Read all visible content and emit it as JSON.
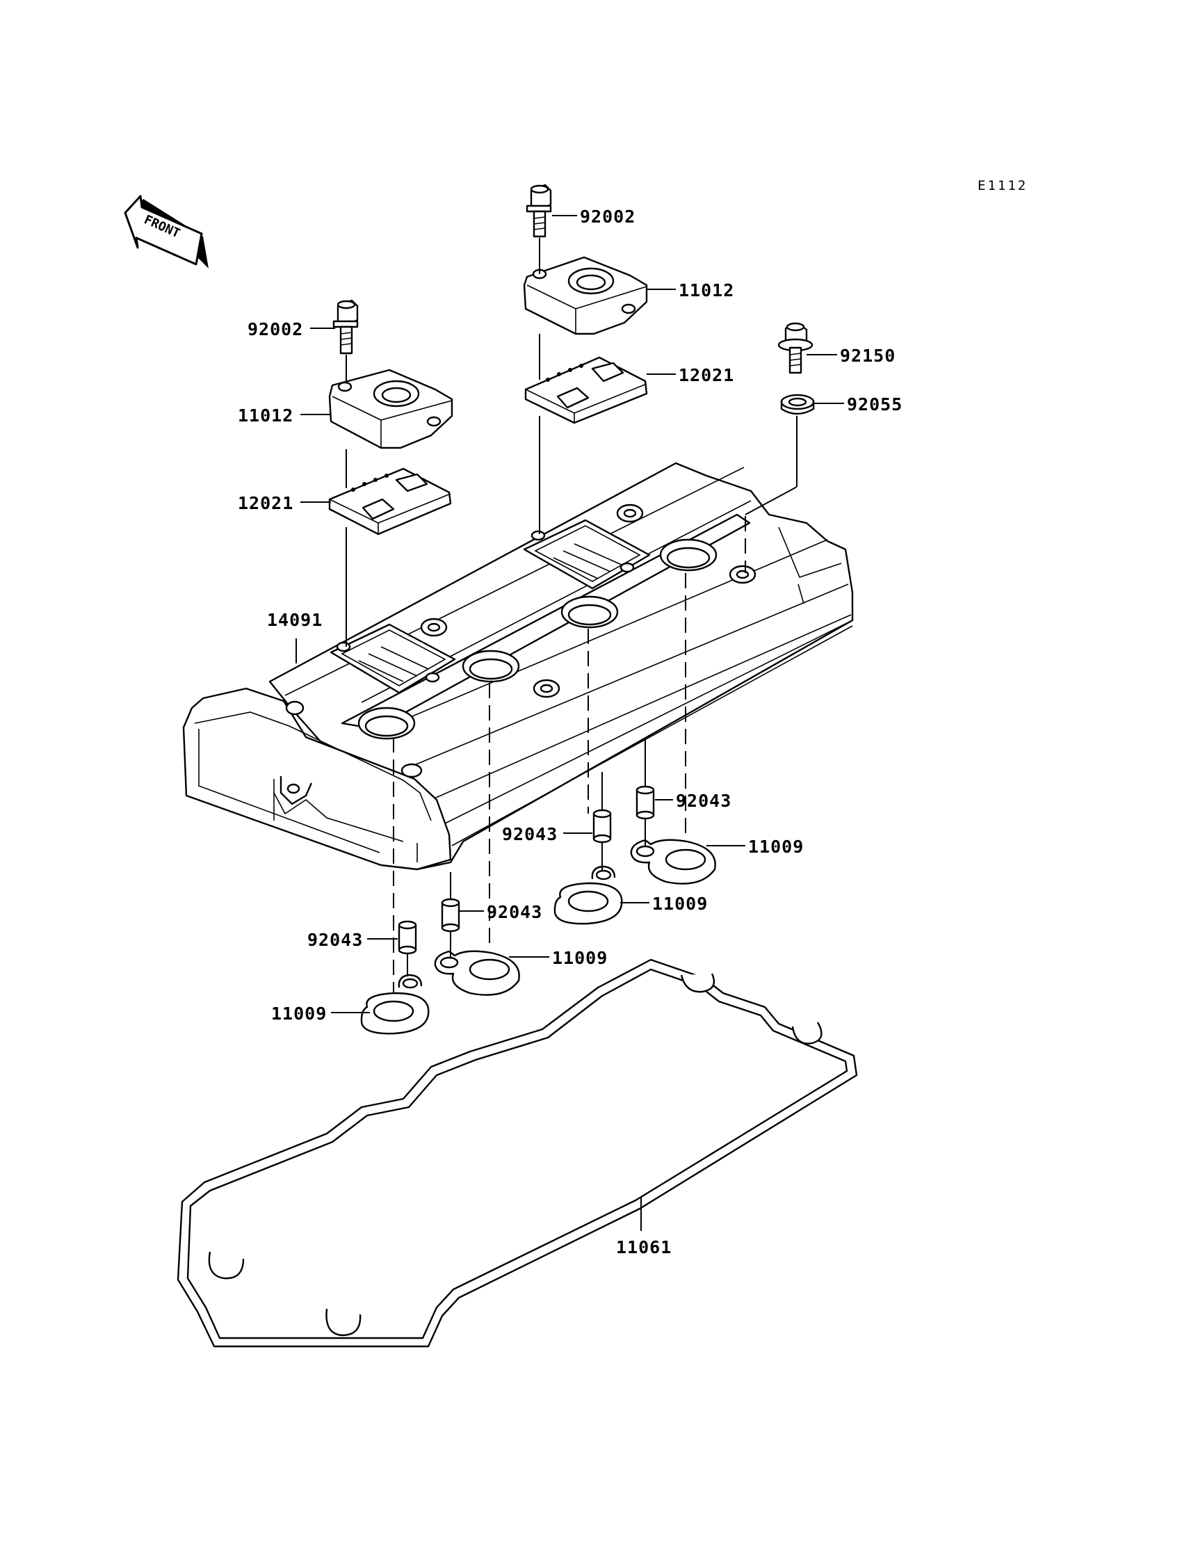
{
  "diagram_code": "E1112",
  "front_label": "FRONT",
  "labels": {
    "bolt_top": "92002",
    "cover_top": "11012",
    "gasket_top": "12021",
    "bolt_left": "92002",
    "cover_left": "11012",
    "gasket_left": "12021",
    "bolt_right": "92150",
    "washer_right": "92055",
    "head_cover": "14091",
    "collar_a": "92043",
    "collar_b": "92043",
    "collar_c": "92043",
    "collar_d": "92043",
    "seal_a": "11009",
    "seal_b": "11009",
    "seal_c": "11009",
    "seal_d": "11009",
    "gasket_main": "11061"
  }
}
